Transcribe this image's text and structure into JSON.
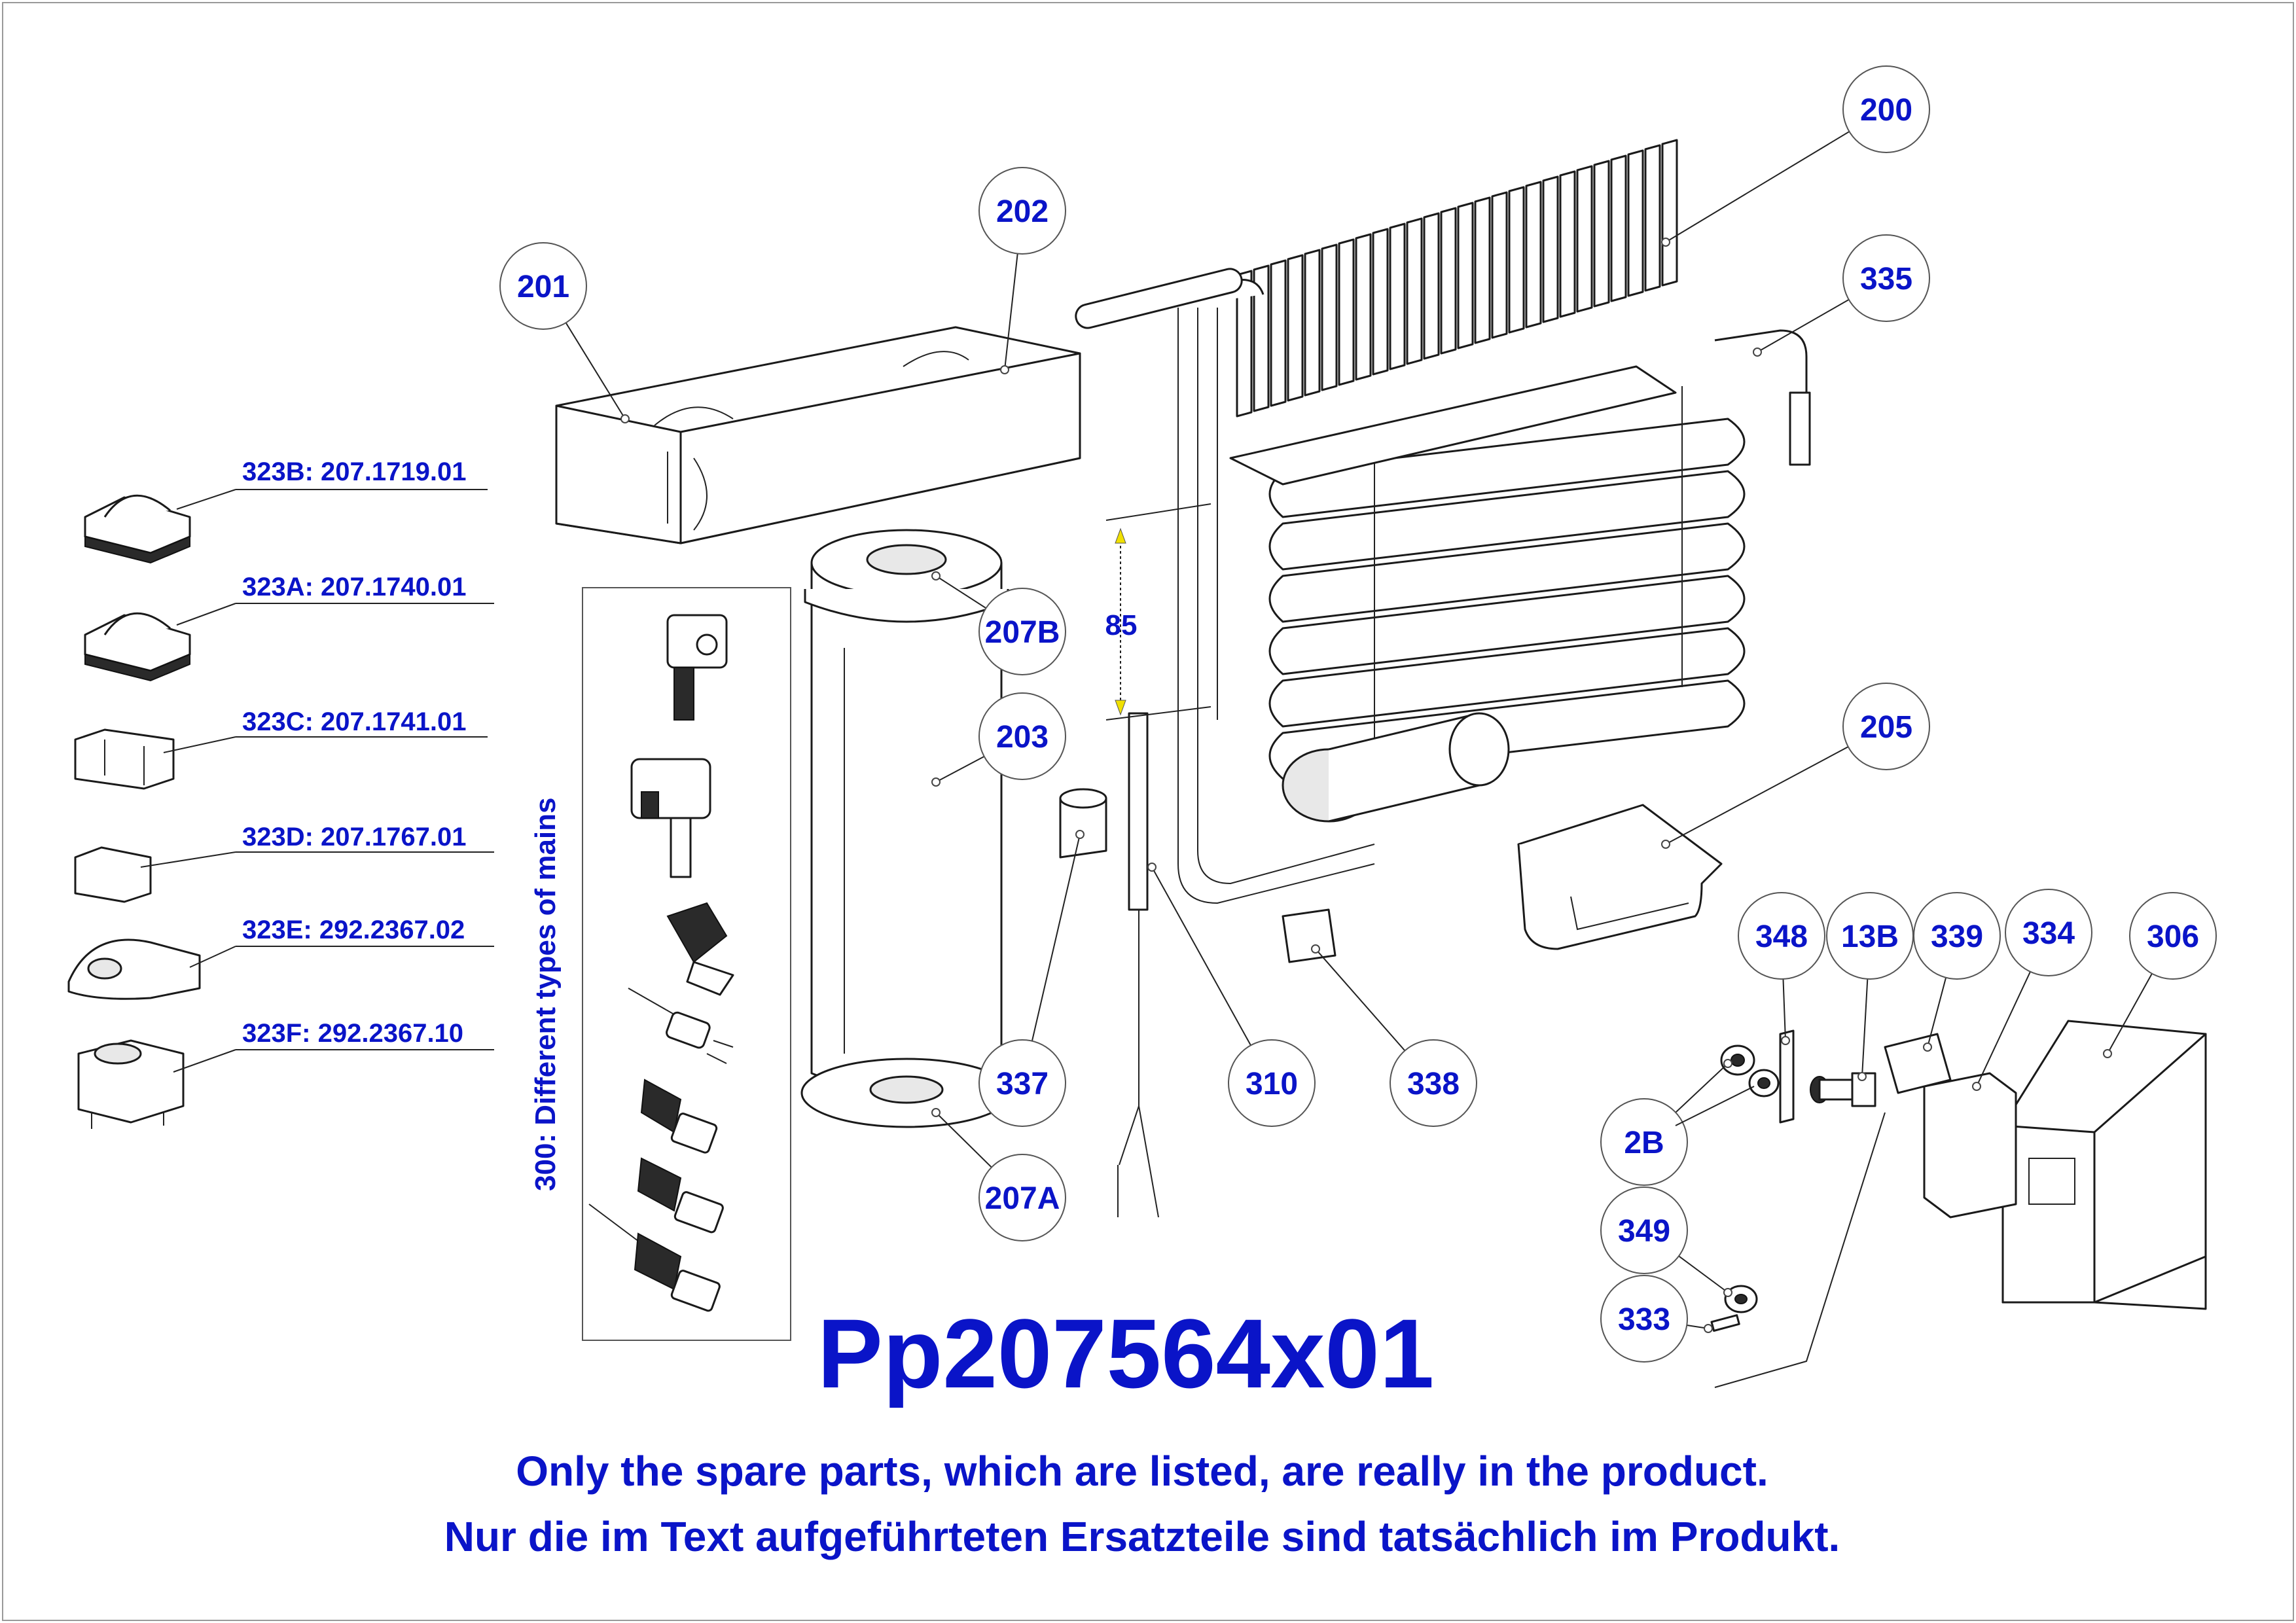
{
  "document": {
    "code": "Pp207564x01",
    "notice_en": "Only the spare parts, which are listed, are really in the product.",
    "notice_de": "Nur die im Text aufgeführteten Ersatzteile sind tatsächlich im Produkt.",
    "mains_group_label": "300: Different types of mains",
    "dimension_label": "85"
  },
  "variants": [
    {
      "label": "323B: 207.1719.01"
    },
    {
      "label": "323A: 207.1740.01"
    },
    {
      "label": "323C: 207.1741.01"
    },
    {
      "label": "323D: 207.1767.01"
    },
    {
      "label": "323E: 292.2367.02"
    },
    {
      "label": "323F: 292.2367.10"
    }
  ],
  "callouts": [
    {
      "num": "201"
    },
    {
      "num": "202"
    },
    {
      "num": "200"
    },
    {
      "num": "335"
    },
    {
      "num": "207B"
    },
    {
      "num": "203"
    },
    {
      "num": "205"
    },
    {
      "num": "337"
    },
    {
      "num": "310"
    },
    {
      "num": "338"
    },
    {
      "num": "207A"
    },
    {
      "num": "348"
    },
    {
      "num": "13B"
    },
    {
      "num": "339"
    },
    {
      "num": "334"
    },
    {
      "num": "306"
    },
    {
      "num": "2B"
    },
    {
      "num": "349"
    },
    {
      "num": "333"
    }
  ],
  "colors": {
    "label_blue": "#0a14c8",
    "line": "#1a1a1a",
    "dimension_arrow": "#f0e000"
  }
}
